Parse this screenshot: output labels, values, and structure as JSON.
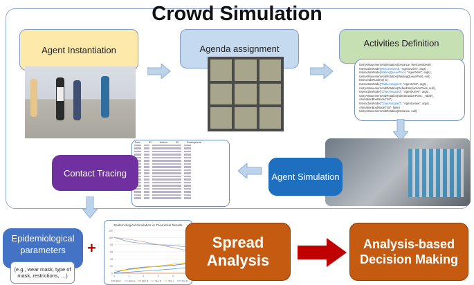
{
  "title": "Crowd Simulation",
  "steps": {
    "agent_instantiation": "Agent Instantiation",
    "agenda_assignment": "Agenda  assignment",
    "activities_definition": "Activities Definition",
    "agent_simulation": "Agent Simulation",
    "contact_tracing": "Contact Tracing",
    "epidemiological_parameters": "Epidemiological parameters",
    "epidemiological_examples": "(e.g., wear mask, type of mask, restrictions, …)",
    "plus": "+",
    "spread_analysis": "Spread Analysis",
    "decision_making": "Analysis-based Decision Making"
  },
  "code_lines": [
    [
      "UnityAMovementAndRotation(Entrance, WelcomeDesk) ,",
      ""
    ],
    [
      "InteractionNode(",
      "WelcomeDesk",
      ", \"AgentArrive\", args) ,"
    ],
    [
      "InteractionNode(",
      "WaitingQueuePoint",
      ", \"AgentVisit\", args) ,"
    ],
    [
      "UnityAMovementAndRotation(WaitingQueuePoint, null) ,",
      ""
    ],
    [
      "NSecondsRuntime( 5 ) ,",
      ""
    ],
    [
      "InteractionNode(\"",
      "TableAssigned",
      "\", \"AgentVisit\", args) ,"
    ],
    [
      "UnityAMovementAndRotation(DefaultInteractionPoint, null) ,",
      ""
    ],
    [
      "InteractionNode(\"",
      "ChairAssigned",
      "\", \"AgentArrive\", args) ,"
    ],
    [
      "UnityAMovementAndRotation(SitInteractionPoint, _Table) ,",
      ""
    ],
    [
      "AnimationBoolNode(\"Sit\")",
      ""
    ],
    [
      "InteractionNode(\"",
      "ChairAssigned",
      "\", \"AgentLeave\", args) ,"
    ],
    [
      "AnimationBoolNode(\"Sit\", false)",
      ""
    ],
    [
      "UnityAMovementAndRotation(Entrance, null)",
      ""
    ]
  ],
  "table_headers": [
    "Time",
    "ID",
    "Action",
    "ID",
    "Participants"
  ],
  "chart_data": {
    "type": "line",
    "title": "Epidemiological Simulation vs Theoretical Results",
    "x": [
      0,
      1,
      2,
      3,
      4,
      5
    ],
    "ylim": [
      0,
      120
    ],
    "yticks": [
      "0",
      "20",
      "40",
      "60",
      "80",
      "100",
      "120"
    ],
    "xticks": [
      "0",
      "1",
      "2",
      "3",
      "4",
      "5"
    ],
    "series": [
      {
        "name": "Sim I",
        "color": "#4472c4",
        "values": [
          2,
          12,
          17,
          19,
          22,
          27
        ]
      },
      {
        "name": "Sim S",
        "color": "#7f9fd0",
        "values": [
          100,
          88,
          83,
          80,
          78,
          73
        ]
      },
      {
        "name": "Sim R",
        "color": "#ed7d31",
        "values": [
          0,
          0,
          0,
          0,
          0,
          0
        ]
      },
      {
        "name": "Teo S",
        "color": "#c0a9a0",
        "values": [
          100,
          95,
          88,
          80,
          72,
          63
        ]
      },
      {
        "name": "Teo I",
        "color": "#ffc000",
        "values": [
          6,
          10,
          15,
          20,
          25,
          30
        ]
      },
      {
        "name": "Teo R",
        "color": "#5b9bd5",
        "values": [
          0,
          3,
          6,
          9,
          12,
          16
        ]
      }
    ]
  },
  "colors": {
    "spread": "#c55a11",
    "contact": "#7030a0",
    "agent_sim": "#1f6fc1",
    "epi": "#4472c4",
    "red_arrow": "#c00000"
  }
}
